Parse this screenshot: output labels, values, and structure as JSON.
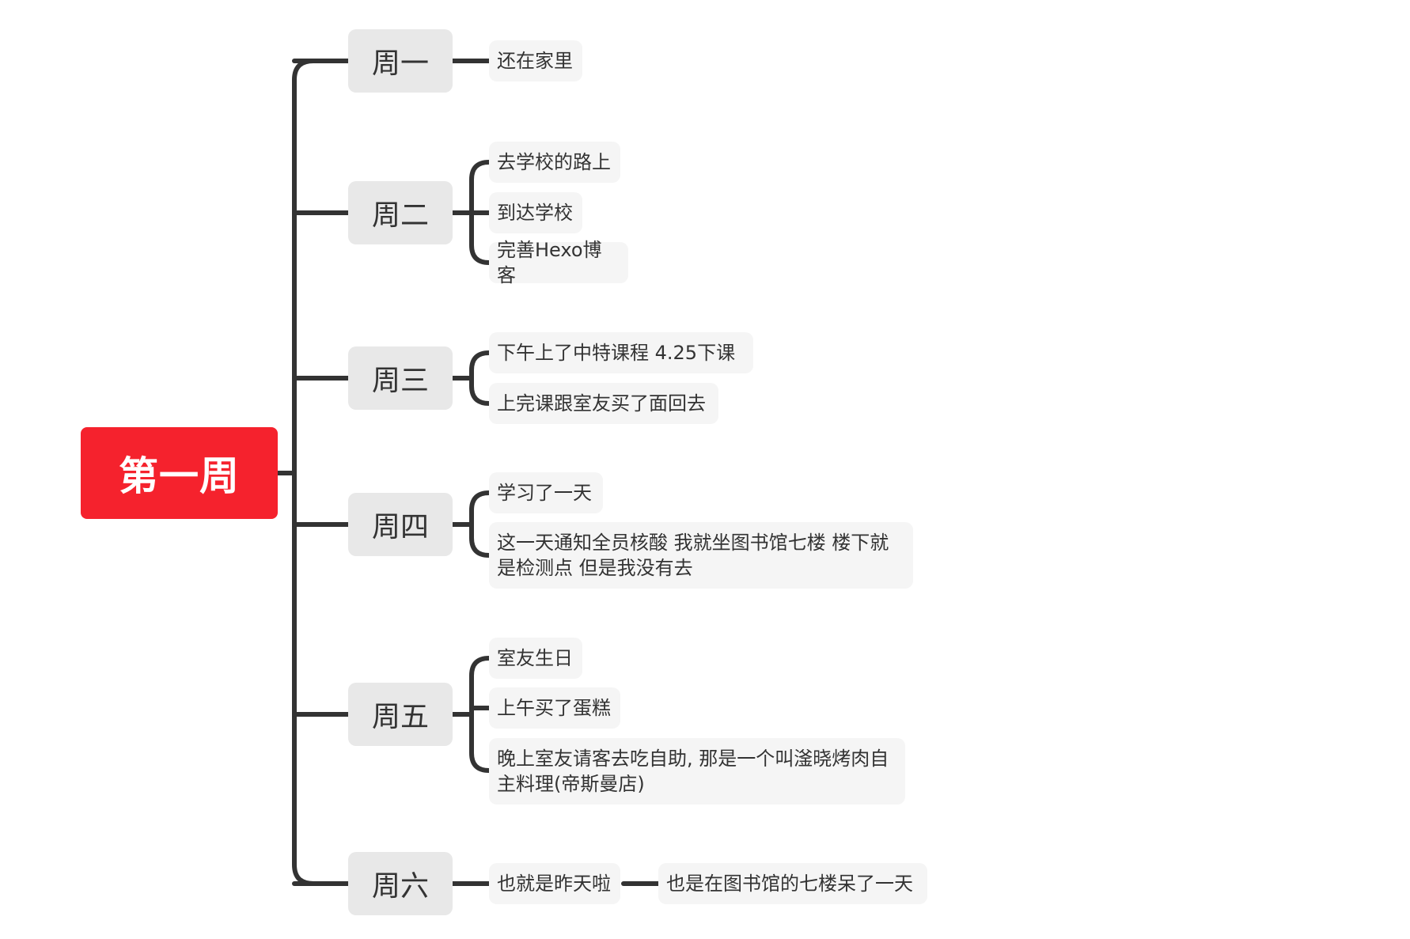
{
  "colors": {
    "root_fill": "#f5222d",
    "day_fill": "#e8e8e8",
    "leaf_fill": "#f5f5f5",
    "connector": "#333333",
    "text": "#333333"
  },
  "root": {
    "label": "第一周"
  },
  "days": [
    {
      "label": "周一",
      "items": [
        "还在家里"
      ]
    },
    {
      "label": "周二",
      "items": [
        "去学校的路上",
        "到达学校",
        "完善Hexo博客"
      ]
    },
    {
      "label": "周三",
      "items": [
        "下午上了中特课程  4.25下课",
        "上完课跟室友买了面回去"
      ]
    },
    {
      "label": "周四",
      "items": [
        "学习了一天",
        "这一天通知全员核酸  我就坐图书馆七楼 楼下就是检测点 但是我没有去"
      ]
    },
    {
      "label": "周五",
      "items": [
        "室友生日",
        "上午买了蛋糕",
        "晚上室友请客去吃自助, 那是一个叫滏晓烤肉自主料理(帝斯曼店)"
      ]
    },
    {
      "label": "周六",
      "items": [
        "也就是昨天啦"
      ],
      "sub_item": "也是在图书馆的七楼呆了一天"
    }
  ]
}
